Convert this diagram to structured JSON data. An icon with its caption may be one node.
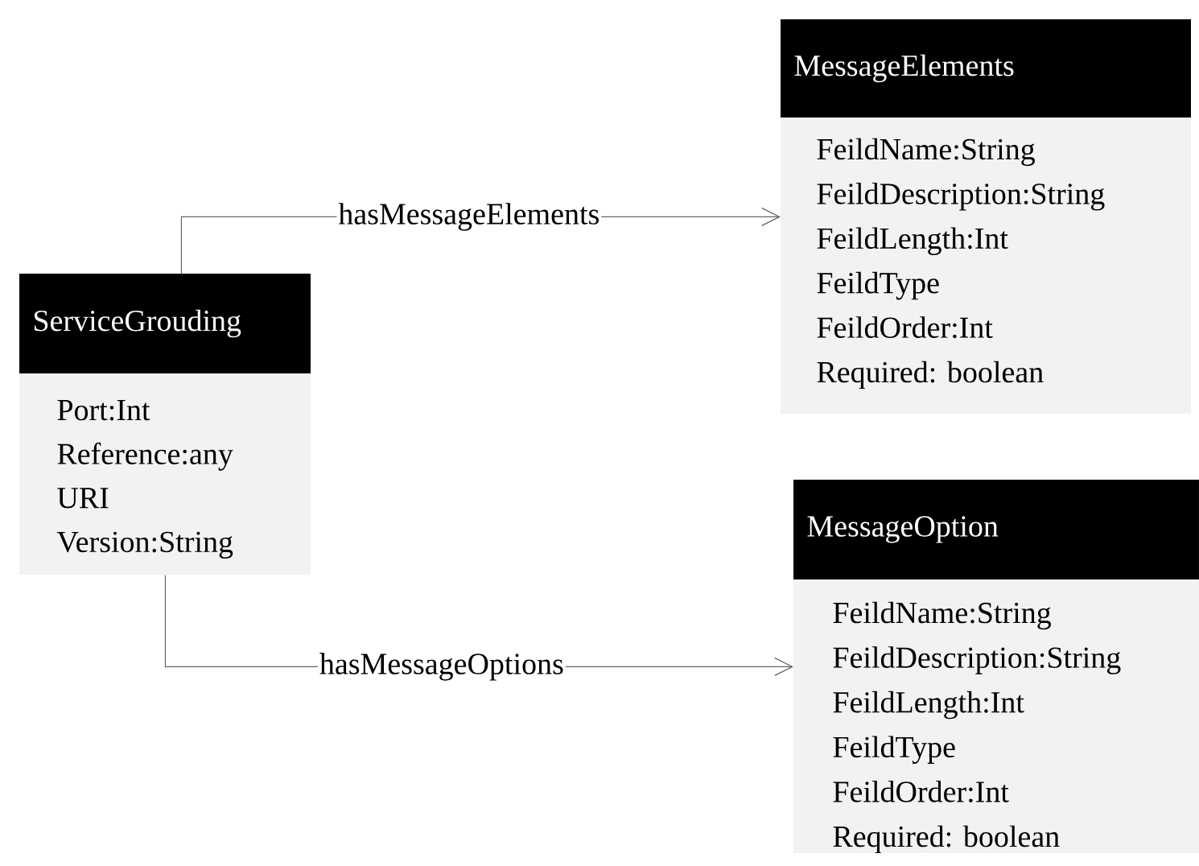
{
  "diagram": {
    "nodes": [
      {
        "text": [
          "ServiceGrouding",
          "Port:Int",
          "Reference:any",
          "URI",
          "Version:String"
        ]
      },
      {
        "text": [
          "MessageElements",
          "FeildName:String",
          "FeildDescription:String",
          "FeildLength:Int",
          "FeildType",
          "FeildOrder:Int",
          "Required: boolean"
        ]
      },
      {
        "text": [
          "MessageOption",
          "FeildName:String",
          "FeildDescription:String",
          "FeildLength:Int",
          "FeildType",
          "FeildOrder:Int",
          "Required: boolean"
        ]
      }
    ],
    "edges": [
      {
        "from": 0,
        "to": 1,
        "label": "hasMessageElements",
        "arrow": "to"
      },
      {
        "from": 0,
        "to": 2,
        "label": "hasMessageOptions",
        "arrow": "to"
      }
    ]
  }
}
